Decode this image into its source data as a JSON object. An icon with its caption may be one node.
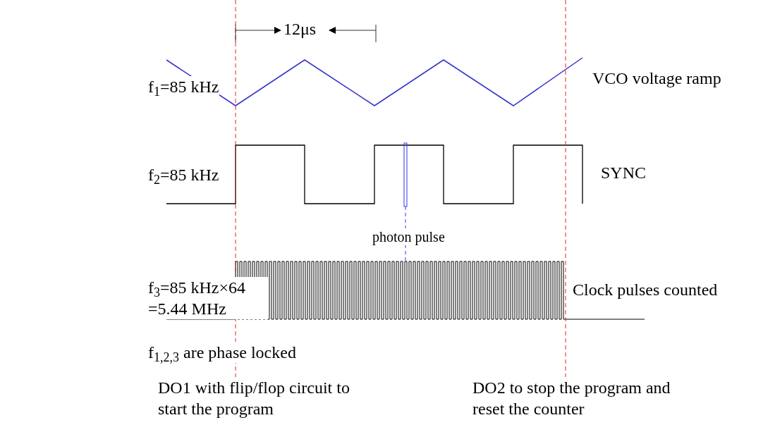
{
  "diagram": {
    "labels": [
      "12μs",
      "f$_{1}$=85 kHz",
      "VCO voltage ramp",
      "f$_{2}$=85 kHz",
      "SYNC",
      "photon pulse",
      "f$_{3}$=85 kHz×64 =5.44 MHz",
      "Clock pulses counted",
      "f$_{1,2,3}$ are phase locked",
      "DO1 with flip/flop circuit to start the program",
      "DO2 to stop the program and reset the counter"
    ]
  }
}
